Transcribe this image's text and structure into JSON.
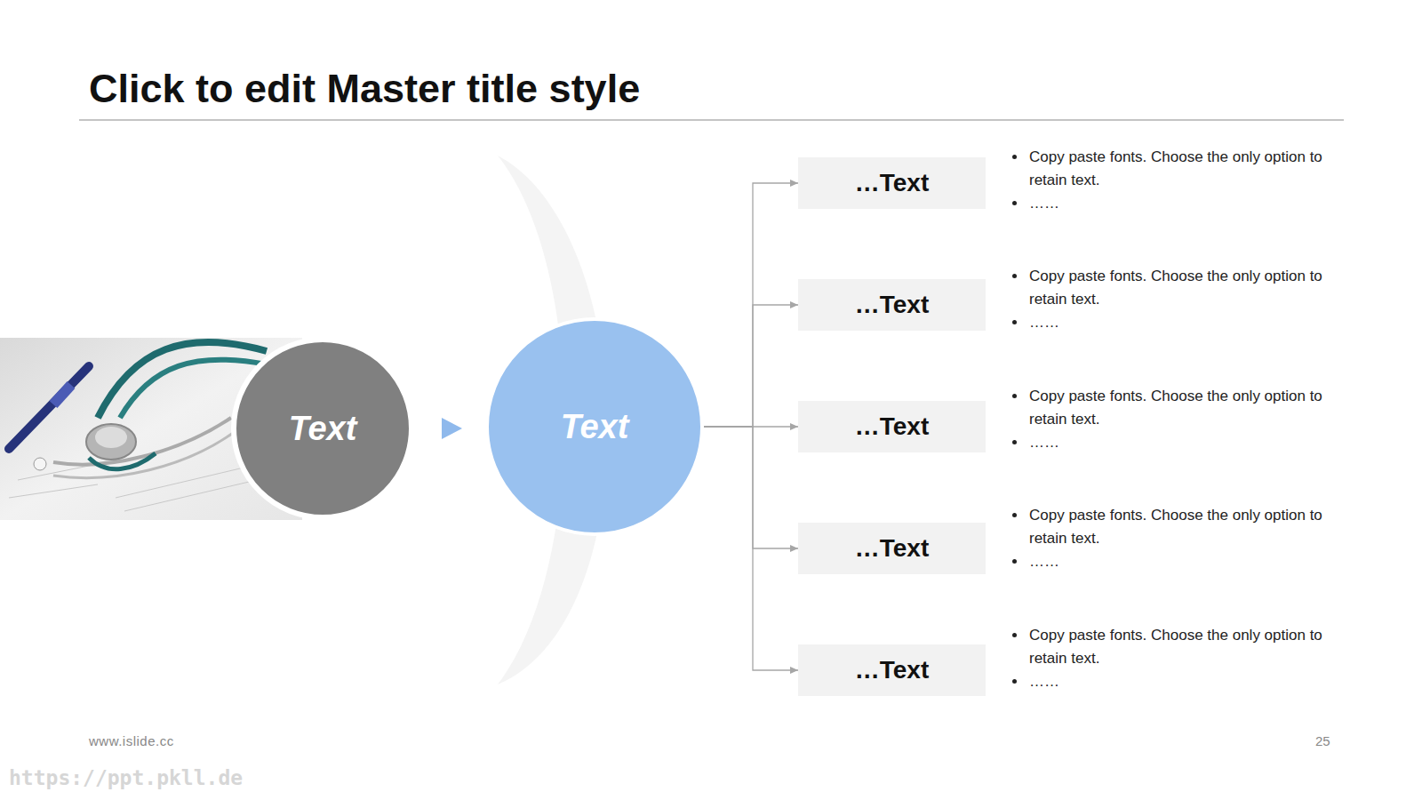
{
  "diagram": {
    "title": "Click to edit Master title style",
    "nodes": [
      {
        "text": [
          "Text"
        ]
      },
      {
        "text": [
          "Text"
        ]
      },
      {
        "text": [
          "…Text"
        ]
      },
      {
        "text": [
          "…Text"
        ]
      },
      {
        "text": [
          "…Text"
        ]
      },
      {
        "text": [
          "…Text"
        ]
      },
      {
        "text": [
          "…Text"
        ]
      }
    ],
    "edges": [
      {
        "from": 1,
        "to": 2,
        "arrow": "to"
      },
      {
        "from": 1,
        "to": 3,
        "arrow": "to"
      },
      {
        "from": 1,
        "to": 4,
        "arrow": "to"
      },
      {
        "from": 1,
        "to": 5,
        "arrow": "to"
      },
      {
        "from": 1,
        "to": 6,
        "arrow": "to"
      }
    ],
    "labels": [
      "Copy paste fonts. Choose the only option to retain text.",
      "……",
      "Copy paste fonts. Choose the only option to retain text.",
      "……",
      "Copy paste fonts. Choose the only option to retain text.",
      "……",
      "Copy paste fonts. Choose the only option to retain text.",
      "……",
      "Copy paste fonts. Choose the only option to retain text.",
      "……",
      "www.islide.cc",
      "25",
      "https://ppt.pkll.de"
    ]
  }
}
